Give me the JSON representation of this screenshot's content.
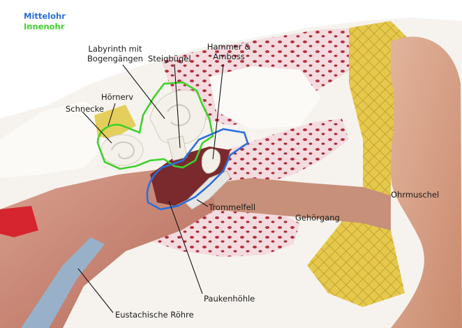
{
  "legend": {
    "middle_ear": {
      "text": "Mittelohr",
      "color": "#2a6fdb"
    },
    "inner_ear": {
      "text": "Innenohr",
      "color": "#3ed12a"
    }
  },
  "labels": {
    "labyrinth": [
      "Labyrinth mit",
      "Bogengängen"
    ],
    "stapes": "Steigbügel",
    "hammer_anvil": [
      "Hammer &",
      "Amboss"
    ],
    "auditory_nerve": "Hörnerv",
    "cochlea": "Schnecke",
    "eardrum": "Trommelfell",
    "ear_canal": "Gehörgang",
    "auricle": "Ohrmuschel",
    "tympanic_cavity": "Paukenhöhle",
    "eustachian_tube": "Eustachische Röhre"
  }
}
